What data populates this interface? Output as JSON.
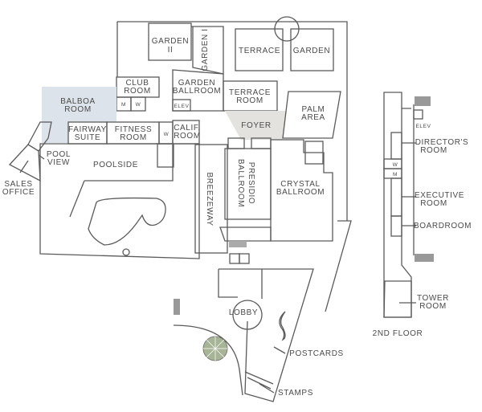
{
  "colors": {
    "garden": "#f3ead2",
    "terrace": "#efdcb6",
    "terrace_room": "#f1dcdc",
    "pool_area": "#dde3ea",
    "gray_room": "#dadada",
    "crystal": "#e7e5e1",
    "second_floor_room": "#e1e6da",
    "umbrella": "#a7b596"
  },
  "rooms": {
    "garden_ii": [
      "GARDEN",
      "II"
    ],
    "garden_i": "GARDEN I",
    "terrace": "TERRACE",
    "garden": "GARDEN",
    "club_room": [
      "CLUB",
      "ROOM"
    ],
    "garden_ballroom": [
      "GARDEN",
      "BALLROOM"
    ],
    "terrace_room": [
      "TERRACE",
      "ROOM"
    ],
    "balboa_room": [
      "BALBOA",
      "ROOM"
    ],
    "palm_area": [
      "PALM",
      "AREA"
    ],
    "foyer": "FOYER",
    "fairway_suite": [
      "FAIRWAY",
      "SUITE"
    ],
    "fitness_room": [
      "FITNESS",
      "ROOM"
    ],
    "calif_room": [
      "CALIF.",
      "ROOM"
    ],
    "pool_view": [
      "POOL",
      "VIEW"
    ],
    "poolside": "POOLSIDE",
    "sales_office": [
      "SALES",
      "OFFICE"
    ],
    "breezeway": "BREEZEWAY",
    "presidio_ballroom": [
      "PRESIDIO",
      "BALLROOM"
    ],
    "crystal_ballroom": [
      "CRYSTAL",
      "BALLROOM"
    ],
    "lobby": "LOBBY",
    "postcards": "POSTCARDS",
    "stamps": "STAMPS"
  },
  "restrooms": {
    "m": "M",
    "w": "W",
    "elev": "ELEV"
  },
  "second_floor": {
    "title": "2ND FLOOR",
    "elev": "ELEV",
    "directors_room": [
      "DIRECTOR'S",
      "ROOM"
    ],
    "executive_room": [
      "EXECUTIVE",
      "ROOM"
    ],
    "boardroom": "BOARDROOM",
    "tower_room": [
      "TOWER",
      "ROOM"
    ],
    "w": "W",
    "m": "M"
  }
}
